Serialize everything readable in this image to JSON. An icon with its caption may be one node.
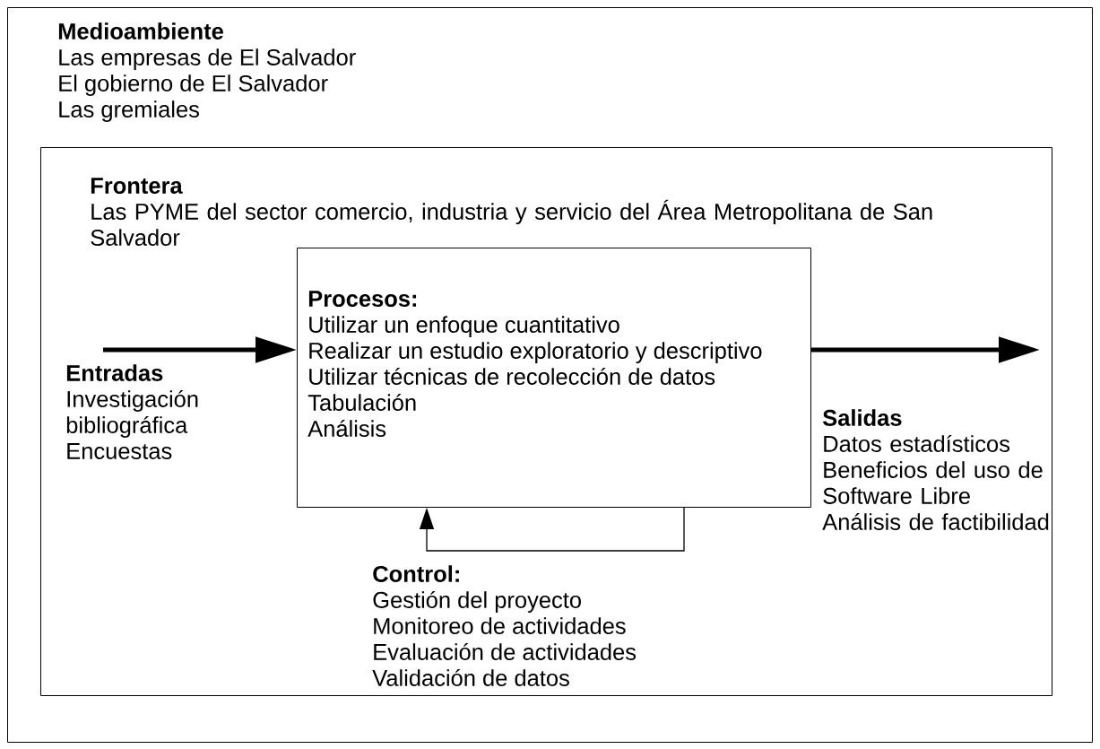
{
  "diagram": {
    "nodes": [
      {
        "text": [
          "Medioambiente",
          "Las empresas de El Salvador",
          "El gobierno de El Salvador",
          "Las gremiales"
        ]
      },
      {
        "text": [
          "Frontera",
          "Las PYME del sector comercio, industria y servicio del Área Metropolitana de San Salvador"
        ],
        "in": 0
      },
      {
        "text": [
          "Procesos:",
          "Utilizar un enfoque cuantitativo",
          "Realizar un estudio exploratorio y descriptivo",
          "Utilizar técnicas de recolección de datos",
          "Tabulación",
          "Análisis"
        ],
        "in": 1
      },
      {
        "text": [
          "Entradas",
          "Investigación bibliográfica",
          "Encuestas"
        ],
        "in": 1
      },
      {
        "text": [
          "Salidas",
          "Datos estadísticos",
          "Beneficios del uso de Software Libre",
          "Análisis de factibilidad"
        ],
        "in": 1
      }
    ],
    "edges": [
      {
        "from": 3,
        "to": 2,
        "arrow": "to"
      },
      {
        "from": 2,
        "to": 4,
        "arrow": "to"
      },
      {
        "from": 2,
        "to": 2,
        "arrow": "to"
      }
    ],
    "labels": [
      "Control:",
      "Gestión del proyecto",
      "Monitoreo de actividades",
      "Evaluación de actividades",
      "Validación de datos"
    ]
  }
}
